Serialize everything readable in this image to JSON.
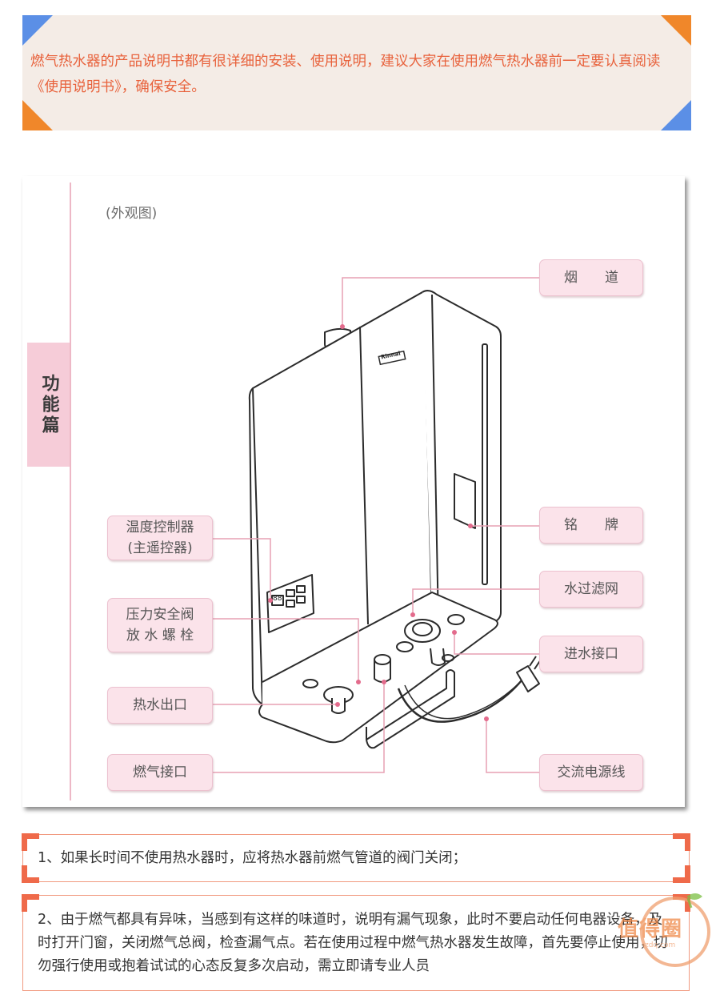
{
  "intro": {
    "text": "燃气热水器的产品说明书都有很详细的安装、使用说明，建议大家在使用燃气热水器前一定要认真阅读《使用说明书》，确保安全。"
  },
  "figure": {
    "caption": "(外观图)",
    "side_tab": "功能篇",
    "brand_mark": "Rinnai",
    "panel_readout": "88",
    "labels": {
      "flue": "烟　　道",
      "nameplate": "铭　　牌",
      "water_filter": "水过滤网",
      "water_inlet": "进水接口",
      "power_cord": "交流电源线",
      "temp_controller_line1": "温度控制器",
      "temp_controller_line2": "(主遥控器)",
      "pressure_valve_line1": "压力安全阀",
      "pressure_valve_line2": "放 水 螺 栓",
      "hot_water_outlet": "热水出口",
      "gas_inlet": "燃气接口"
    }
  },
  "tips": [
    {
      "text": "1、如果长时间不使用热水器时，应将热水器前燃气管道的阀门关闭；"
    },
    {
      "text": "2、由于燃气都具有异味，当感到有这样的味道时，说明有漏气现象，此时不要启动任何电器设备，及时打开门窗，关闭燃气总阀，检查漏气点。若在使用过程中燃气热水器发生故障，首先要停止使用，切勿强行使用或抱着试试的心态反复多次启动，需立即请专业人员"
    }
  ],
  "watermark": {
    "text": "值得圈",
    "sub": "zdq.com"
  },
  "colors": {
    "intro_text": "#e8623c",
    "intro_bg": "#f4ece6",
    "corner_blue": "#5b8fe6",
    "corner_orange": "#f0872a",
    "label_bg": "#fbe3ea",
    "leader_line": "#e7a0b4",
    "tip_border": "#f19a80"
  }
}
